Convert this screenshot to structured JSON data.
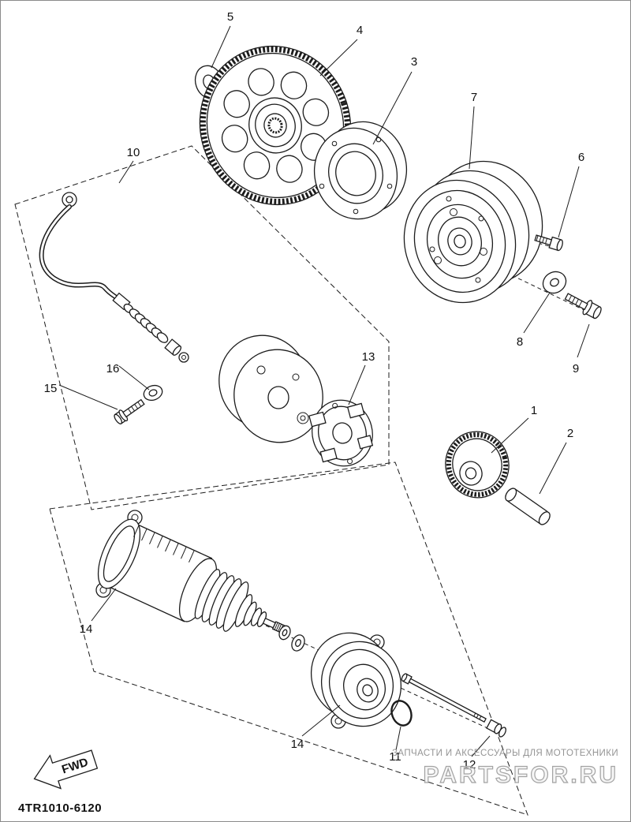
{
  "diagram": {
    "code": "4TR1010-6120",
    "fwd_label": "FWD",
    "colors": {
      "line": "#1c1c1c",
      "background": "#ffffff",
      "watermark_gray": "#a3a3a3"
    }
  },
  "watermark": {
    "tagline": "ЗАПЧАСТИ И АКСЕССУАРЫ ДЛЯ МОТОТЕХНИКИ",
    "site": "PARTSFOR.RU"
  },
  "labels": {
    "1": "1",
    "2": "2",
    "3": "3",
    "4": "4",
    "5": "5",
    "6": "6",
    "7": "7",
    "8": "8",
    "9": "9",
    "10": "10",
    "11": "11",
    "12": "12",
    "13": "13",
    "14": "14",
    "15": "15",
    "16": "16"
  }
}
